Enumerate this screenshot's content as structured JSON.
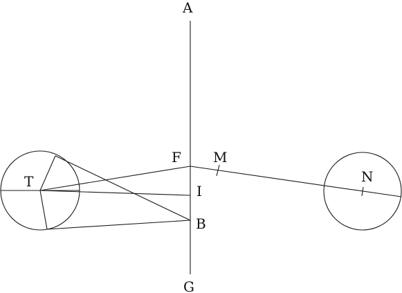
{
  "diagram": {
    "labels": {
      "A": "A",
      "G": "G",
      "F": "F",
      "M": "M",
      "I": "I",
      "B": "B",
      "T": "T",
      "N": "N"
    }
  }
}
